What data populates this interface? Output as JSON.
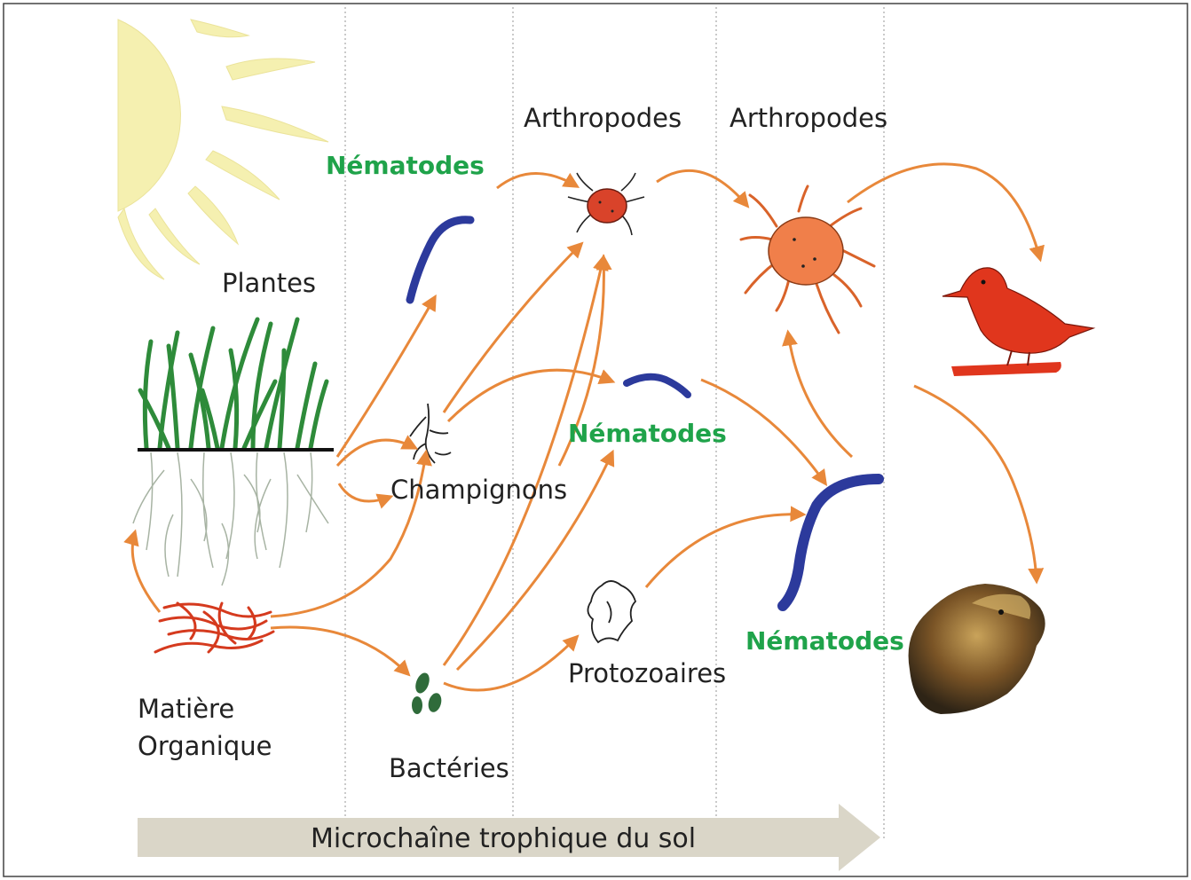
{
  "labels": {
    "plantes": "Plantes",
    "matiere_line1": "Matière",
    "matiere_line2": "Organique",
    "nematodes_top": "Nématodes",
    "champignons": "Champignons",
    "bacteries": "Bactéries",
    "arthropodes_1": "Arthropodes",
    "nematodes_mid": "Nématodes",
    "protozoaires": "Protozoaires",
    "arthropodes_2": "Arthropodes",
    "nematodes_bottom": "Nématodes",
    "banner": "Microchaîne trophique du sol"
  },
  "colors": {
    "arrow": "#e8883a",
    "nematode_label": "#1fa34a",
    "sun": "#f5f0b0",
    "nematode_worm": "#2c3a9c",
    "arthropod_small": "#d9432a",
    "arthropod_large": "#f07f4a",
    "bird": "#e0361d",
    "organic_matter": "#d53a1e",
    "grass": "#2e8b3a",
    "bacteria": "#2f6b3a",
    "banner": "#dad6c8"
  },
  "icons": [
    "sun-icon",
    "grass-icon",
    "organic-matter-icon",
    "fungi-icon",
    "bacteria-icon",
    "nematode-icon",
    "protozoa-icon",
    "mite-icon",
    "spider-mite-icon",
    "bird-icon",
    "rodent-icon"
  ]
}
